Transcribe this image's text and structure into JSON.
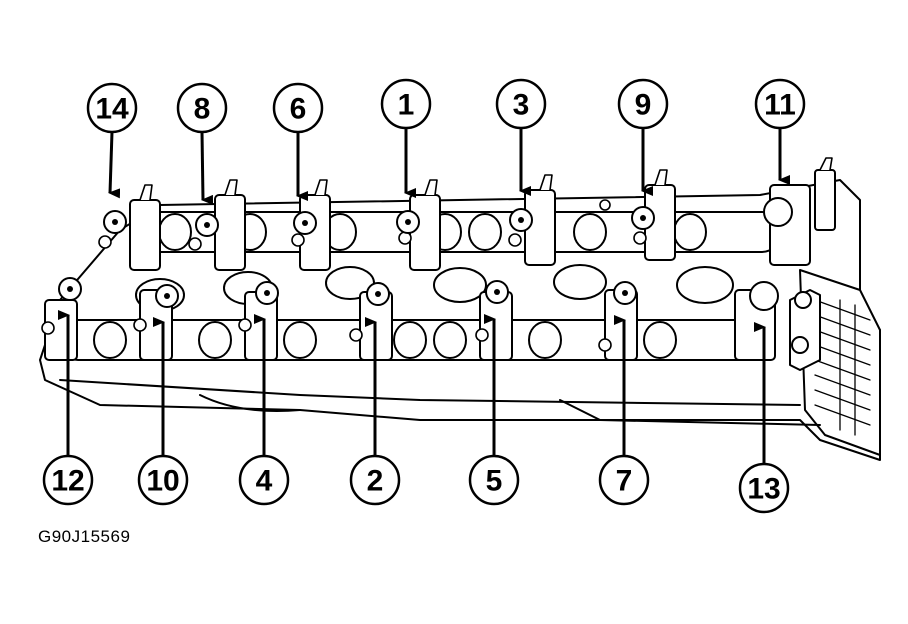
{
  "figure_code": "G90J15569",
  "callouts": [
    {
      "label": "14"
    },
    {
      "label": "8"
    },
    {
      "label": "6"
    },
    {
      "label": "1"
    },
    {
      "label": "3"
    },
    {
      "label": "9"
    },
    {
      "label": "11"
    },
    {
      "label": "12"
    },
    {
      "label": "10"
    },
    {
      "label": "4"
    },
    {
      "label": "2"
    },
    {
      "label": "5"
    },
    {
      "label": "7"
    },
    {
      "label": "13"
    }
  ]
}
